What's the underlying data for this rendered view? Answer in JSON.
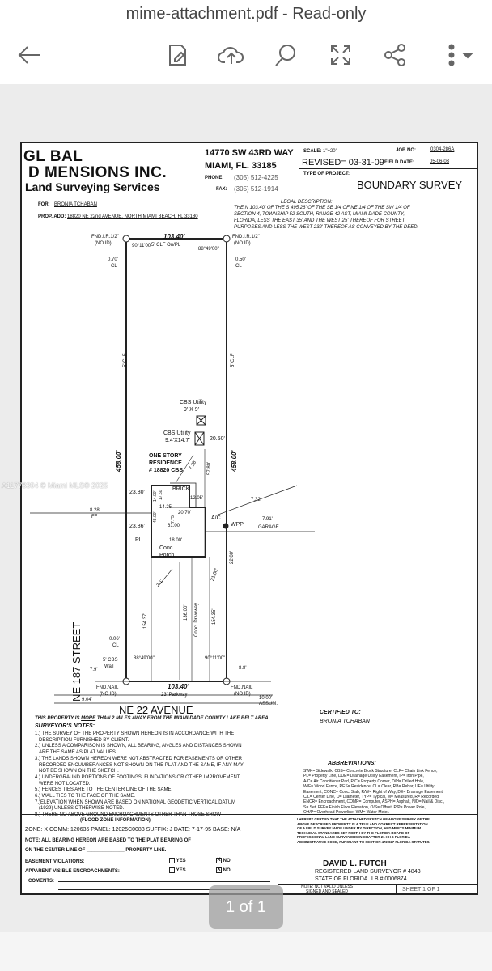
{
  "viewer": {
    "title": "mime-attachment.pdf - Read-only",
    "page_indicator": "1 of 1",
    "watermark": "A11778394 © Miami MLS® 2025"
  },
  "toolbar": {
    "icons": [
      "back-arrow-icon",
      "edit-icon",
      "cloud-upload-icon",
      "search-icon",
      "fullscreen-icon",
      "share-icon",
      "more-icon"
    ]
  },
  "header": {
    "logo_line1": "GL  BAL",
    "logo_line2": "D  MENSIONS INC.",
    "logo_line3": "Land Surveying Services",
    "address1": "14770 SW 43RD WAY",
    "address2": "MIAMI, FL. 33185",
    "phone_label": "PHONE:",
    "phone": "(305) 512-4225",
    "fax_label": "FAX:",
    "fax": "(305) 512-1914",
    "scale_label": "SCALE:",
    "scale": "1\"=20'",
    "job_label": "JOB NO:",
    "job": "0304-286A",
    "revised": "REVISED= 03-31-09",
    "field_date_label": "FIELD DATE:",
    "field_date": "05-06-03",
    "project_type_label": "TYPE OF PROJECT:",
    "project_type": "BOUNDARY SURVEY"
  },
  "info": {
    "for_label": "FOR:",
    "for": "BRONIA TCHABAN",
    "prop_label": "PROP. ADD:",
    "prop": "18820 NE 22nd AVENUE, NORTH MIAMI BEACH, FL 33180",
    "legal_title": "LEGAL DESCRIPTION:",
    "legal": [
      "THE N 103.40' OF THE S 495.26' OF THE SE 1/4 OF NE 1/4 OF THE SW 1/4 OF",
      "SECTION 4, TOWNSHIP 52 SOUTH, RANGE 42 AST, MIAMI-DADE COUNTY,",
      "FLORIDA, LESS THE EAST 35' AND THE WEST 25' THEREOF FOR STREET",
      "PURPOSES AND LESS THE WEST 232' THEREOF AS CONVEYED BY THE DEED."
    ]
  },
  "drawing": {
    "top_dim": "103.40'",
    "bottom_dim": "103.40'",
    "top_fence": "5' CLF On/PL",
    "fnd_ir": "FND.I.R.1/2\"",
    "no_id": "(NO ID)",
    "angle_tl": "90°11'00\"",
    "angle_tr": "88°49'00\"",
    "angle_bl": "88°49'00\"",
    "angle_br": "90°11'00\"",
    "cl_left": "0.70'",
    "cl_right": "0.50'",
    "cl": "CL",
    "clf_left": "5' CLF",
    "clf_right": "5' CLF",
    "side_dim": "458.00'",
    "util1": "CBS Utility",
    "util1_size": "9' X 9'",
    "util2": "CBS Utility",
    "util2_size": "9.4'X14.7'",
    "d2050": "20.50'",
    "residence": [
      "ONE STORY",
      "RESIDENCE",
      "# 18820 CBS"
    ],
    "brick": "BRICK",
    "d2380": "23.80'",
    "d2386": "23.86'",
    "d1400": "14.00'",
    "d1760": "17.60'",
    "d1425": "14.25'",
    "d775": "7.75'",
    "d2070": "20.70'",
    "d1205": "12.05'",
    "d4800": "48.00'",
    "d6100": "61.00'",
    "d1800": "18.00'",
    "d5780": "57.80'",
    "d728": "7.28'",
    "d732": "7.32'",
    "d828": "8.28'",
    "ff": "FF",
    "ac": "A/C",
    "wpp": "WPP",
    "d791": "7.91'",
    "garage": "GARAGE",
    "pl": "PL",
    "porch": [
      "Conc.",
      "Porch"
    ],
    "d2200": "22.00'",
    "d2100": "21.00'",
    "d71": "7.1'",
    "d15437": "154.37'",
    "d13600": "136.00'",
    "d15435": "154.35'",
    "driveway": "Conc. Driveway",
    "d006": "0.06'",
    "wall": [
      "5' CBS",
      "Wall"
    ],
    "d79": "7.9'",
    "d88": "8.8'",
    "fnd_nail": "FND.NAIL",
    "parkway": "23' Parkway",
    "d904": "9.04'",
    "d1000": "10.00'",
    "assum": "ASSUM.",
    "street": "NE 187 STREET",
    "avenue": "NE 22 AVENUE"
  },
  "notes": {
    "lake_belt_pre": "THIS PROPERTY IS",
    "lake_belt_value": "MORE",
    "lake_belt_post": "THAN 2 MILES AWAY FROM THE MIAMI-DADE COUNTY LAKE BELT AREA.",
    "title": "SURVEYOR'S NOTES:",
    "items": [
      "1.) THE SURVEY OF THE PROPERTY SHOWN HEREON IS IN ACCORDANCE WITH THE",
      "DESCRIPTION FURNISHED BY CLIENT.",
      "2.) UNLESS A COMPARISON IS SHOWN, ALL BEARING, ANGLES AND DISTANCES SHOWN",
      "ARE THE SAME AS PLAT VALUES.",
      "3.) THE LANDS SHOWN HEREON WERE NOT ABSTRACTED FOR EASEMENTS OR OTHER",
      "RECORDED ENCUMBERANCES NOT SHOWN ON THE PLAT AND THE SAME, IF ANY MAY",
      "NOT BE SHOWN ON THE SKETCH.",
      "4.) UNDERGRAUND PORTIONS OF FOOTINGS, FUNDATIONS OR OTHER IMPROVEMENT",
      "WERE NOT LOCATED.",
      "5.) FENCES TIES ARE TO THE CENTER LINE OF THE SAME.",
      "6.) WALL TIES TO THE FACE OF THE SAME.",
      "7.)ELEVATION WHEN SHOWN ARE BASED ON NATIONAL GEODETIC VERTICAL DATUM",
      "(1929) UNLESS OTHERWISE NOTED.",
      "8.) THERE NO ABOVE GROUND ENCROACHMENTS OTHER THAN THOSE SHOW"
    ],
    "certified_label": "CERTIFIED TO:",
    "certified": "BRONIA TCHABAN",
    "abbr_title": "ABBREVIATIONS:",
    "abbr": [
      "SWK= Sidewalk, CBS= Concrete Block Structure, CLF= Chain Link Fence,",
      "PL= Property Line, DUE= Drainage Utility Easement, IP= Iron Pipe,",
      "A/C= Air Conditioner Pad, P/C= Property Corner, D/H= Drilled Hole,",
      "W/F= Wood Fence, RES= Residence, CL= Clear, RB= Rebar, UE= Utility",
      "Easement, CONC= Conc. Slab, R/W= Right of Way, DE= Drainage Easement,",
      "C/L= Center Line, O= Diameter, TYP= Typical, M= Measured, R= Recorded,",
      "ENCR= Encroachment, COMP= Computer, ASPH= Asphalt, N/D= Nail & Disc.,",
      "S= Set, FFE= Finish Floor Elevation, O/S= Offset, P/P= Power Pole,",
      "OH/P= Overhead Powerline, WM= Water Meter."
    ]
  },
  "footer": {
    "flood_title": "(FLOOD ZONE INFORMATION)",
    "flood_line": "ZONE: X  COMM: 120635 PANEL: 12025C0083 SUFFIX: J  DATE: 7-17-95 BASE: N/A",
    "bearing_note": "NOTE: ALL BEARING HEREON ARE BASED TO THE PLAT BEARING OF ____________",
    "center_line": "ON THE CENTER LINE OF ______________ PROPERTY LINE.",
    "easement_label": "EASEMENT VIOLATIONS:",
    "encroach_label": "APPARENT VISIBLE ENCROACHMENTS:",
    "yes": "YES",
    "no": "NO",
    "checked": "X",
    "comments_label": "COMENTS:",
    "certify": [
      "I HEREBY CERTIFY THAT THE ATTACHED SKETCH OF ABOVE SURVEY OF THE",
      "ABOVE DESCRIBED PROPERTY IS A TRUE AND CORRECT REPRESENTATION",
      "OF A FIELD SURVEY MADE UNDER MY DIRECTION, AND MEETS MINIMUM",
      "TECHNICAL STANDARDS SET FORTH BY THE FLORIDA BOARD OF",
      "PROFESSIONAL LAND SURVEYORS IN CHAPTER 21 HH-6 FLORIDA",
      "ADMINISTRATIVE CODE, PURSUANT TO SECTION 472.027 FLORIDA STATUTES."
    ],
    "surveyor": "DAVID L. FUTCH",
    "reg": "REGISTERED LAND SURVEYOR # 4843",
    "state": "STATE OF FLORIDA",
    "lb": "LB # 0006874",
    "not_valid": [
      "NOTE: NOT VALID UNLESS",
      "SIGNED AND SEALED"
    ],
    "sheet": "SHEET  1  OF  1"
  }
}
